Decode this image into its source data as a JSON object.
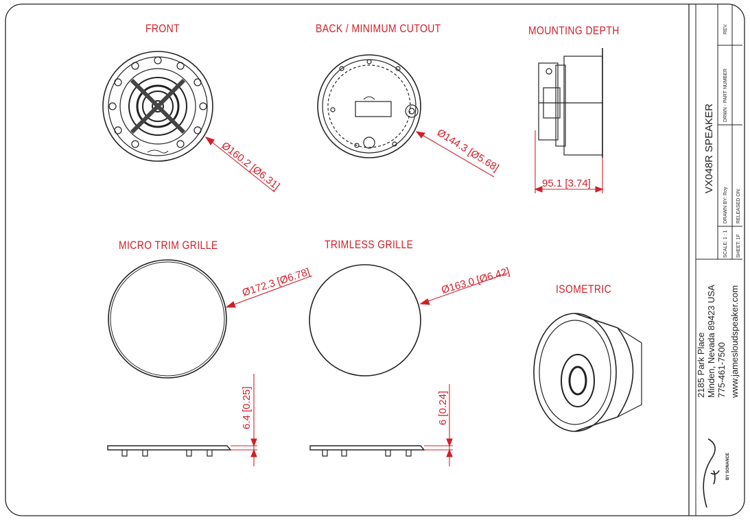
{
  "views": {
    "front": "FRONT",
    "back": "BACK / MINIMUM CUTOUT",
    "mounting": "MOUNTING DEPTH",
    "micro": "MICRO TRIM GRILLE",
    "trimless": "TRIMLESS GRILLE",
    "isometric": "ISOMETRIC"
  },
  "dimensions": {
    "front_dia": "Ø160.2 [Ø6.31]",
    "cutout_dia": "Ø144.3 [Ø5.68]",
    "depth": "95.1 [3.74]",
    "micro_dia": "Ø172.3 [Ø6.78]",
    "trimless_dia": "Ø163.0 [Ø6.42]",
    "micro_thick": "6.4 [0.25]",
    "trimless_thick": "6 [0.24]"
  },
  "title_block": {
    "title": "VX048R SPEAKER",
    "scale": "SCALE: 1 : 1",
    "sheet": "SHEET: 1F",
    "drawn_by": "DRAWN BY: Roy",
    "released_on": "RELEASED ON:",
    "part_number": "DRWN - PART NUMBER",
    "rev": "REV.",
    "address1": "2185 Park Place",
    "address2": "Minden, Nevada 89423 USA",
    "phone": "775-461-7500",
    "web": "www.jamesloudspeaker.com",
    "logo_sub": "BY SONANCE"
  },
  "colors": {
    "dimension": "#d0202a",
    "line": "#222222"
  }
}
